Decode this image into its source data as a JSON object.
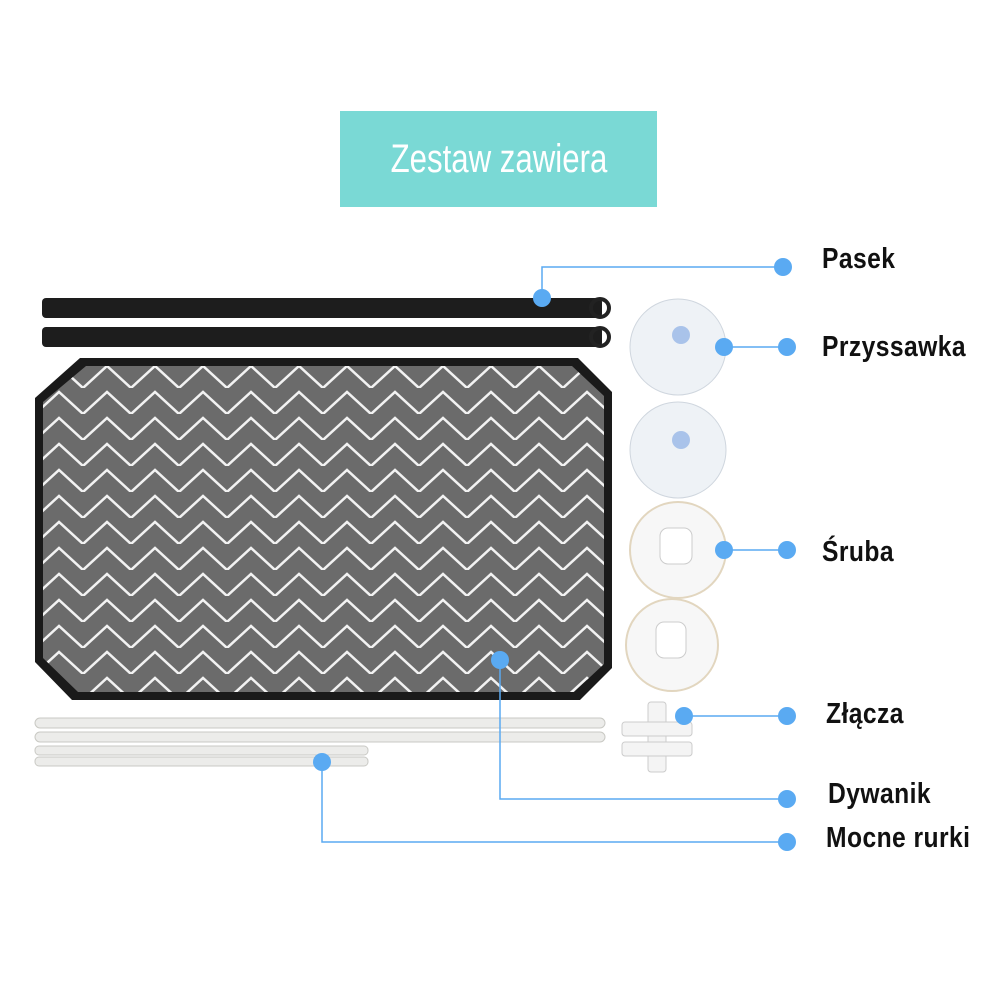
{
  "title": "Zestaw zawiera",
  "colors": {
    "title_bg": "#7ad9d5",
    "callout": "#5aaaf2",
    "mat": "#6b6b6b"
  },
  "labels": {
    "strap": "Pasek",
    "suction_cup": "Przyssawka",
    "screw": "Śruba",
    "connectors": "Złącza",
    "mat": "Dywanik",
    "tubes": "Mocne rurki"
  }
}
